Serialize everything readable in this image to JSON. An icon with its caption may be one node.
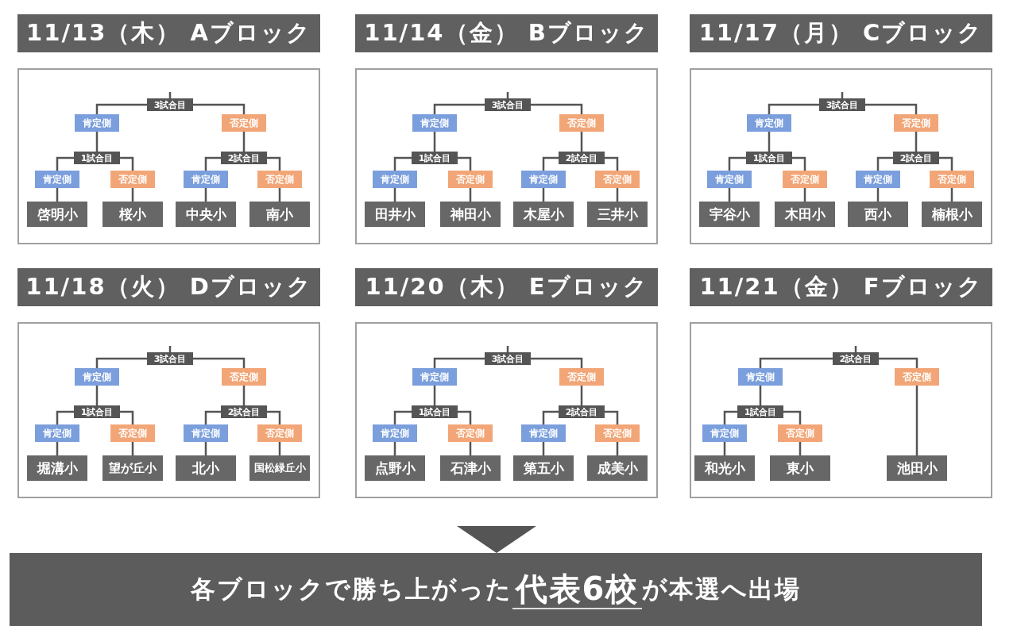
{
  "diagram": {
    "nodes": [
      {
        "text": [
          "11/13（木） Aブロック"
        ]
      },
      {
        "text": [
          "3試合目"
        ],
        "in": 0
      },
      {
        "text": [
          "肯定側"
        ],
        "in": 0
      },
      {
        "text": [
          "否定側"
        ],
        "in": 0
      },
      {
        "text": [
          "1試合目"
        ],
        "in": 0
      },
      {
        "text": [
          "2試合目"
        ],
        "in": 0
      },
      {
        "text": [
          "肯定側"
        ],
        "in": 0
      },
      {
        "text": [
          "否定側"
        ],
        "in": 0
      },
      {
        "text": [
          "肯定側"
        ],
        "in": 0
      },
      {
        "text": [
          "否定側"
        ],
        "in": 0
      },
      {
        "text": [
          "啓明小"
        ],
        "in": 0
      },
      {
        "text": [
          "桜小"
        ],
        "in": 0
      },
      {
        "text": [
          "中央小"
        ],
        "in": 0
      },
      {
        "text": [
          "南小"
        ],
        "in": 0
      },
      {
        "text": [
          "11/14（金） Bブロック"
        ]
      },
      {
        "text": [
          "3試合目"
        ],
        "in": 14
      },
      {
        "text": [
          "肯定側"
        ],
        "in": 14
      },
      {
        "text": [
          "否定側"
        ],
        "in": 14
      },
      {
        "text": [
          "1試合目"
        ],
        "in": 14
      },
      {
        "text": [
          "2試合目"
        ],
        "in": 14
      },
      {
        "text": [
          "肯定側"
        ],
        "in": 14
      },
      {
        "text": [
          "否定側"
        ],
        "in": 14
      },
      {
        "text": [
          "肯定側"
        ],
        "in": 14
      },
      {
        "text": [
          "否定側"
        ],
        "in": 14
      },
      {
        "text": [
          "田井小"
        ],
        "in": 14
      },
      {
        "text": [
          "神田小"
        ],
        "in": 14
      },
      {
        "text": [
          "木屋小"
        ],
        "in": 14
      },
      {
        "text": [
          "三井小"
        ],
        "in": 14
      },
      {
        "text": [
          "11/17（月） Cブロック"
        ]
      },
      {
        "text": [
          "3試合目"
        ],
        "in": 28
      },
      {
        "text": [
          "肯定側"
        ],
        "in": 28
      },
      {
        "text": [
          "否定側"
        ],
        "in": 28
      },
      {
        "text": [
          "1試合目"
        ],
        "in": 28
      },
      {
        "text": [
          "2試合目"
        ],
        "in": 28
      },
      {
        "text": [
          "肯定側"
        ],
        "in": 28
      },
      {
        "text": [
          "否定側"
        ],
        "in": 28
      },
      {
        "text": [
          "肯定側"
        ],
        "in": 28
      },
      {
        "text": [
          "否定側"
        ],
        "in": 28
      },
      {
        "text": [
          "宇谷小"
        ],
        "in": 28
      },
      {
        "text": [
          "木田小"
        ],
        "in": 28
      },
      {
        "text": [
          "西小"
        ],
        "in": 28
      },
      {
        "text": [
          "楠根小"
        ],
        "in": 28
      },
      {
        "text": [
          "11/18（火） Dブロック"
        ]
      },
      {
        "text": [
          "3試合目"
        ],
        "in": 42
      },
      {
        "text": [
          "肯定側"
        ],
        "in": 42
      },
      {
        "text": [
          "否定側"
        ],
        "in": 42
      },
      {
        "text": [
          "1試合目"
        ],
        "in": 42
      },
      {
        "text": [
          "2試合目"
        ],
        "in": 42
      },
      {
        "text": [
          "肯定側"
        ],
        "in": 42
      },
      {
        "text": [
          "否定側"
        ],
        "in": 42
      },
      {
        "text": [
          "肯定側"
        ],
        "in": 42
      },
      {
        "text": [
          "否定側"
        ],
        "in": 42
      },
      {
        "text": [
          "堀溝小"
        ],
        "in": 42
      },
      {
        "text": [
          "望が丘小"
        ],
        "in": 42
      },
      {
        "text": [
          "北小"
        ],
        "in": 42
      },
      {
        "text": [
          "国松緑丘小"
        ],
        "in": 42
      },
      {
        "text": [
          "11/20（木） Eブロック"
        ]
      },
      {
        "text": [
          "3試合目"
        ],
        "in": 56
      },
      {
        "text": [
          "肯定側"
        ],
        "in": 56
      },
      {
        "text": [
          "否定側"
        ],
        "in": 56
      },
      {
        "text": [
          "1試合目"
        ],
        "in": 56
      },
      {
        "text": [
          "2試合目"
        ],
        "in": 56
      },
      {
        "text": [
          "肯定側"
        ],
        "in": 56
      },
      {
        "text": [
          "否定側"
        ],
        "in": 56
      },
      {
        "text": [
          "肯定側"
        ],
        "in": 56
      },
      {
        "text": [
          "否定側"
        ],
        "in": 56
      },
      {
        "text": [
          "点野小"
        ],
        "in": 56
      },
      {
        "text": [
          "石津小"
        ],
        "in": 56
      },
      {
        "text": [
          "第五小"
        ],
        "in": 56
      },
      {
        "text": [
          "成美小"
        ],
        "in": 56
      },
      {
        "text": [
          "11/21（金） Fブロック"
        ]
      },
      {
        "text": [
          "2試合目"
        ],
        "in": 70
      },
      {
        "text": [
          "肯定側"
        ],
        "in": 70
      },
      {
        "text": [
          "否定側"
        ],
        "in": 70
      },
      {
        "text": [
          "1試合目"
        ],
        "in": 70
      },
      {
        "text": [
          "肯定側"
        ],
        "in": 70
      },
      {
        "text": [
          "否定側"
        ],
        "in": 70
      },
      {
        "text": [
          "和光小"
        ],
        "in": 70
      },
      {
        "text": [
          "東小"
        ],
        "in": 70
      },
      {
        "text": [
          "池田小"
        ],
        "in": 70
      },
      {
        "text": [
          "各ブロックで勝ち上がった**代表6校**が本選へ出場"
        ]
      }
    ],
    "edges": [
      {
        "from": 2,
        "to": 1,
        "arrow": "none"
      },
      {
        "from": 3,
        "to": 1,
        "arrow": "none"
      },
      {
        "from": 4,
        "to": 2,
        "arrow": "none"
      },
      {
        "from": 5,
        "to": 3,
        "arrow": "none"
      },
      {
        "from": 6,
        "to": 4,
        "arrow": "none"
      },
      {
        "from": 7,
        "to": 4,
        "arrow": "none"
      },
      {
        "from": 8,
        "to": 5,
        "arrow": "none"
      },
      {
        "from": 9,
        "to": 5,
        "arrow": "none"
      },
      {
        "from": 10,
        "to": 6,
        "arrow": "none"
      },
      {
        "from": 11,
        "to": 7,
        "arrow": "none"
      },
      {
        "from": 12,
        "to": 8,
        "arrow": "none"
      },
      {
        "from": 13,
        "to": 9,
        "arrow": "none"
      },
      {
        "from": 16,
        "to": 15,
        "arrow": "none"
      },
      {
        "from": 17,
        "to": 15,
        "arrow": "none"
      },
      {
        "from": 18,
        "to": 16,
        "arrow": "none"
      },
      {
        "from": 19,
        "to": 17,
        "arrow": "none"
      },
      {
        "from": 20,
        "to": 18,
        "arrow": "none"
      },
      {
        "from": 21,
        "to": 18,
        "arrow": "none"
      },
      {
        "from": 22,
        "to": 19,
        "arrow": "none"
      },
      {
        "from": 23,
        "to": 19,
        "arrow": "none"
      },
      {
        "from": 24,
        "to": 20,
        "arrow": "none"
      },
      {
        "from": 25,
        "to": 21,
        "arrow": "none"
      },
      {
        "from": 26,
        "to": 22,
        "arrow": "none"
      },
      {
        "from": 27,
        "to": 23,
        "arrow": "none"
      },
      {
        "from": 30,
        "to": 29,
        "arrow": "none"
      },
      {
        "from": 31,
        "to": 29,
        "arrow": "none"
      },
      {
        "from": 32,
        "to": 30,
        "arrow": "none"
      },
      {
        "from": 33,
        "to": 31,
        "arrow": "none"
      },
      {
        "from": 34,
        "to": 32,
        "arrow": "none"
      },
      {
        "from": 35,
        "to": 32,
        "arrow": "none"
      },
      {
        "from": 36,
        "to": 33,
        "arrow": "none"
      },
      {
        "from": 37,
        "to": 33,
        "arrow": "none"
      },
      {
        "from": 38,
        "to": 34,
        "arrow": "none"
      },
      {
        "from": 39,
        "to": 35,
        "arrow": "none"
      },
      {
        "from": 40,
        "to": 36,
        "arrow": "none"
      },
      {
        "from": 41,
        "to": 37,
        "arrow": "none"
      },
      {
        "from": 44,
        "to": 43,
        "arrow": "none"
      },
      {
        "from": 45,
        "to": 43,
        "arrow": "none"
      },
      {
        "from": 46,
        "to": 44,
        "arrow": "none"
      },
      {
        "from": 47,
        "to": 45,
        "arrow": "none"
      },
      {
        "from": 48,
        "to": 46,
        "arrow": "none"
      },
      {
        "from": 49,
        "to": 46,
        "arrow": "none"
      },
      {
        "from": 50,
        "to": 47,
        "arrow": "none"
      },
      {
        "from": 51,
        "to": 47,
        "arrow": "none"
      },
      {
        "from": 52,
        "to": 48,
        "arrow": "none"
      },
      {
        "from": 53,
        "to": 49,
        "arrow": "none"
      },
      {
        "from": 54,
        "to": 50,
        "arrow": "none"
      },
      {
        "from": 55,
        "to": 51,
        "arrow": "none"
      },
      {
        "from": 58,
        "to": 57,
        "arrow": "none"
      },
      {
        "from": 59,
        "to": 57,
        "arrow": "none"
      },
      {
        "from": 60,
        "to": 58,
        "arrow": "none"
      },
      {
        "from": 61,
        "to": 59,
        "arrow": "none"
      },
      {
        "from": 62,
        "to": 60,
        "arrow": "none"
      },
      {
        "from": 63,
        "to": 60,
        "arrow": "none"
      },
      {
        "from": 64,
        "to": 61,
        "arrow": "none"
      },
      {
        "from": 65,
        "to": 61,
        "arrow": "none"
      },
      {
        "from": 66,
        "to": 62,
        "arrow": "none"
      },
      {
        "from": 67,
        "to": 63,
        "arrow": "none"
      },
      {
        "from": 68,
        "to": 64,
        "arrow": "none"
      },
      {
        "from": 69,
        "to": 65,
        "arrow": "none"
      },
      {
        "from": 72,
        "to": 71,
        "arrow": "none"
      },
      {
        "from": 73,
        "to": 71,
        "arrow": "none"
      },
      {
        "from": 74,
        "to": 72,
        "arrow": "none"
      },
      {
        "from": 75,
        "to": 74,
        "arrow": "none"
      },
      {
        "from": 76,
        "to": 74,
        "arrow": "none"
      },
      {
        "from": 77,
        "to": 75,
        "arrow": "none"
      },
      {
        "from": 78,
        "to": 76,
        "arrow": "none"
      },
      {
        "from": 79,
        "to": 73,
        "arrow": "none"
      },
      {
        "from": null,
        "to": 80,
        "arrow": "to"
      }
    ]
  }
}
